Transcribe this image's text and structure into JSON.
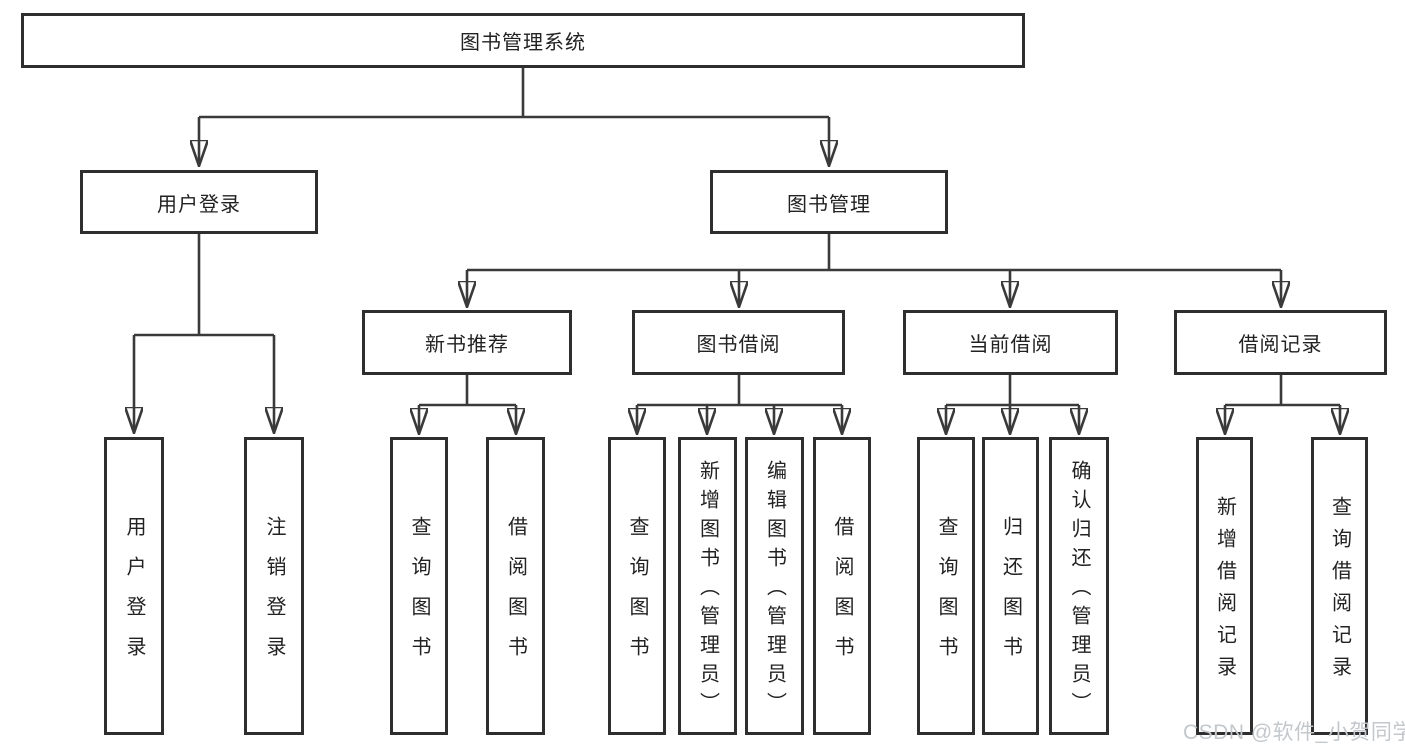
{
  "tree": {
    "label": "图书管理系统",
    "children": [
      {
        "label": "用户登录",
        "children": [
          {
            "label": "用户登录"
          },
          {
            "label": "注销登录"
          }
        ]
      },
      {
        "label": "图书管理",
        "children": [
          {
            "label": "新书推荐",
            "children": [
              {
                "label": "查询图书"
              },
              {
                "label": "借阅图书"
              }
            ]
          },
          {
            "label": "图书借阅",
            "children": [
              {
                "label": "查询图书"
              },
              {
                "label": "新增图书（管理员）"
              },
              {
                "label": "编辑图书（管理员）"
              },
              {
                "label": "借阅图书"
              }
            ]
          },
          {
            "label": "当前借阅",
            "children": [
              {
                "label": "查询图书"
              },
              {
                "label": "归还图书"
              },
              {
                "label": "确认归还（管理员）"
              }
            ]
          },
          {
            "label": "借阅记录",
            "children": [
              {
                "label": "新增借阅记录"
              },
              {
                "label": "查询借阅记录"
              }
            ]
          }
        ]
      }
    ]
  },
  "watermark": {
    "text": "CSDN @软件_小贺同学"
  },
  "colors": {
    "line": "#3a3a3a",
    "box_border": "#2e2e2e",
    "box_fill": "#ffffff",
    "text": "#222222",
    "watermark": "#c3c8cc",
    "background": "#ffffff"
  }
}
